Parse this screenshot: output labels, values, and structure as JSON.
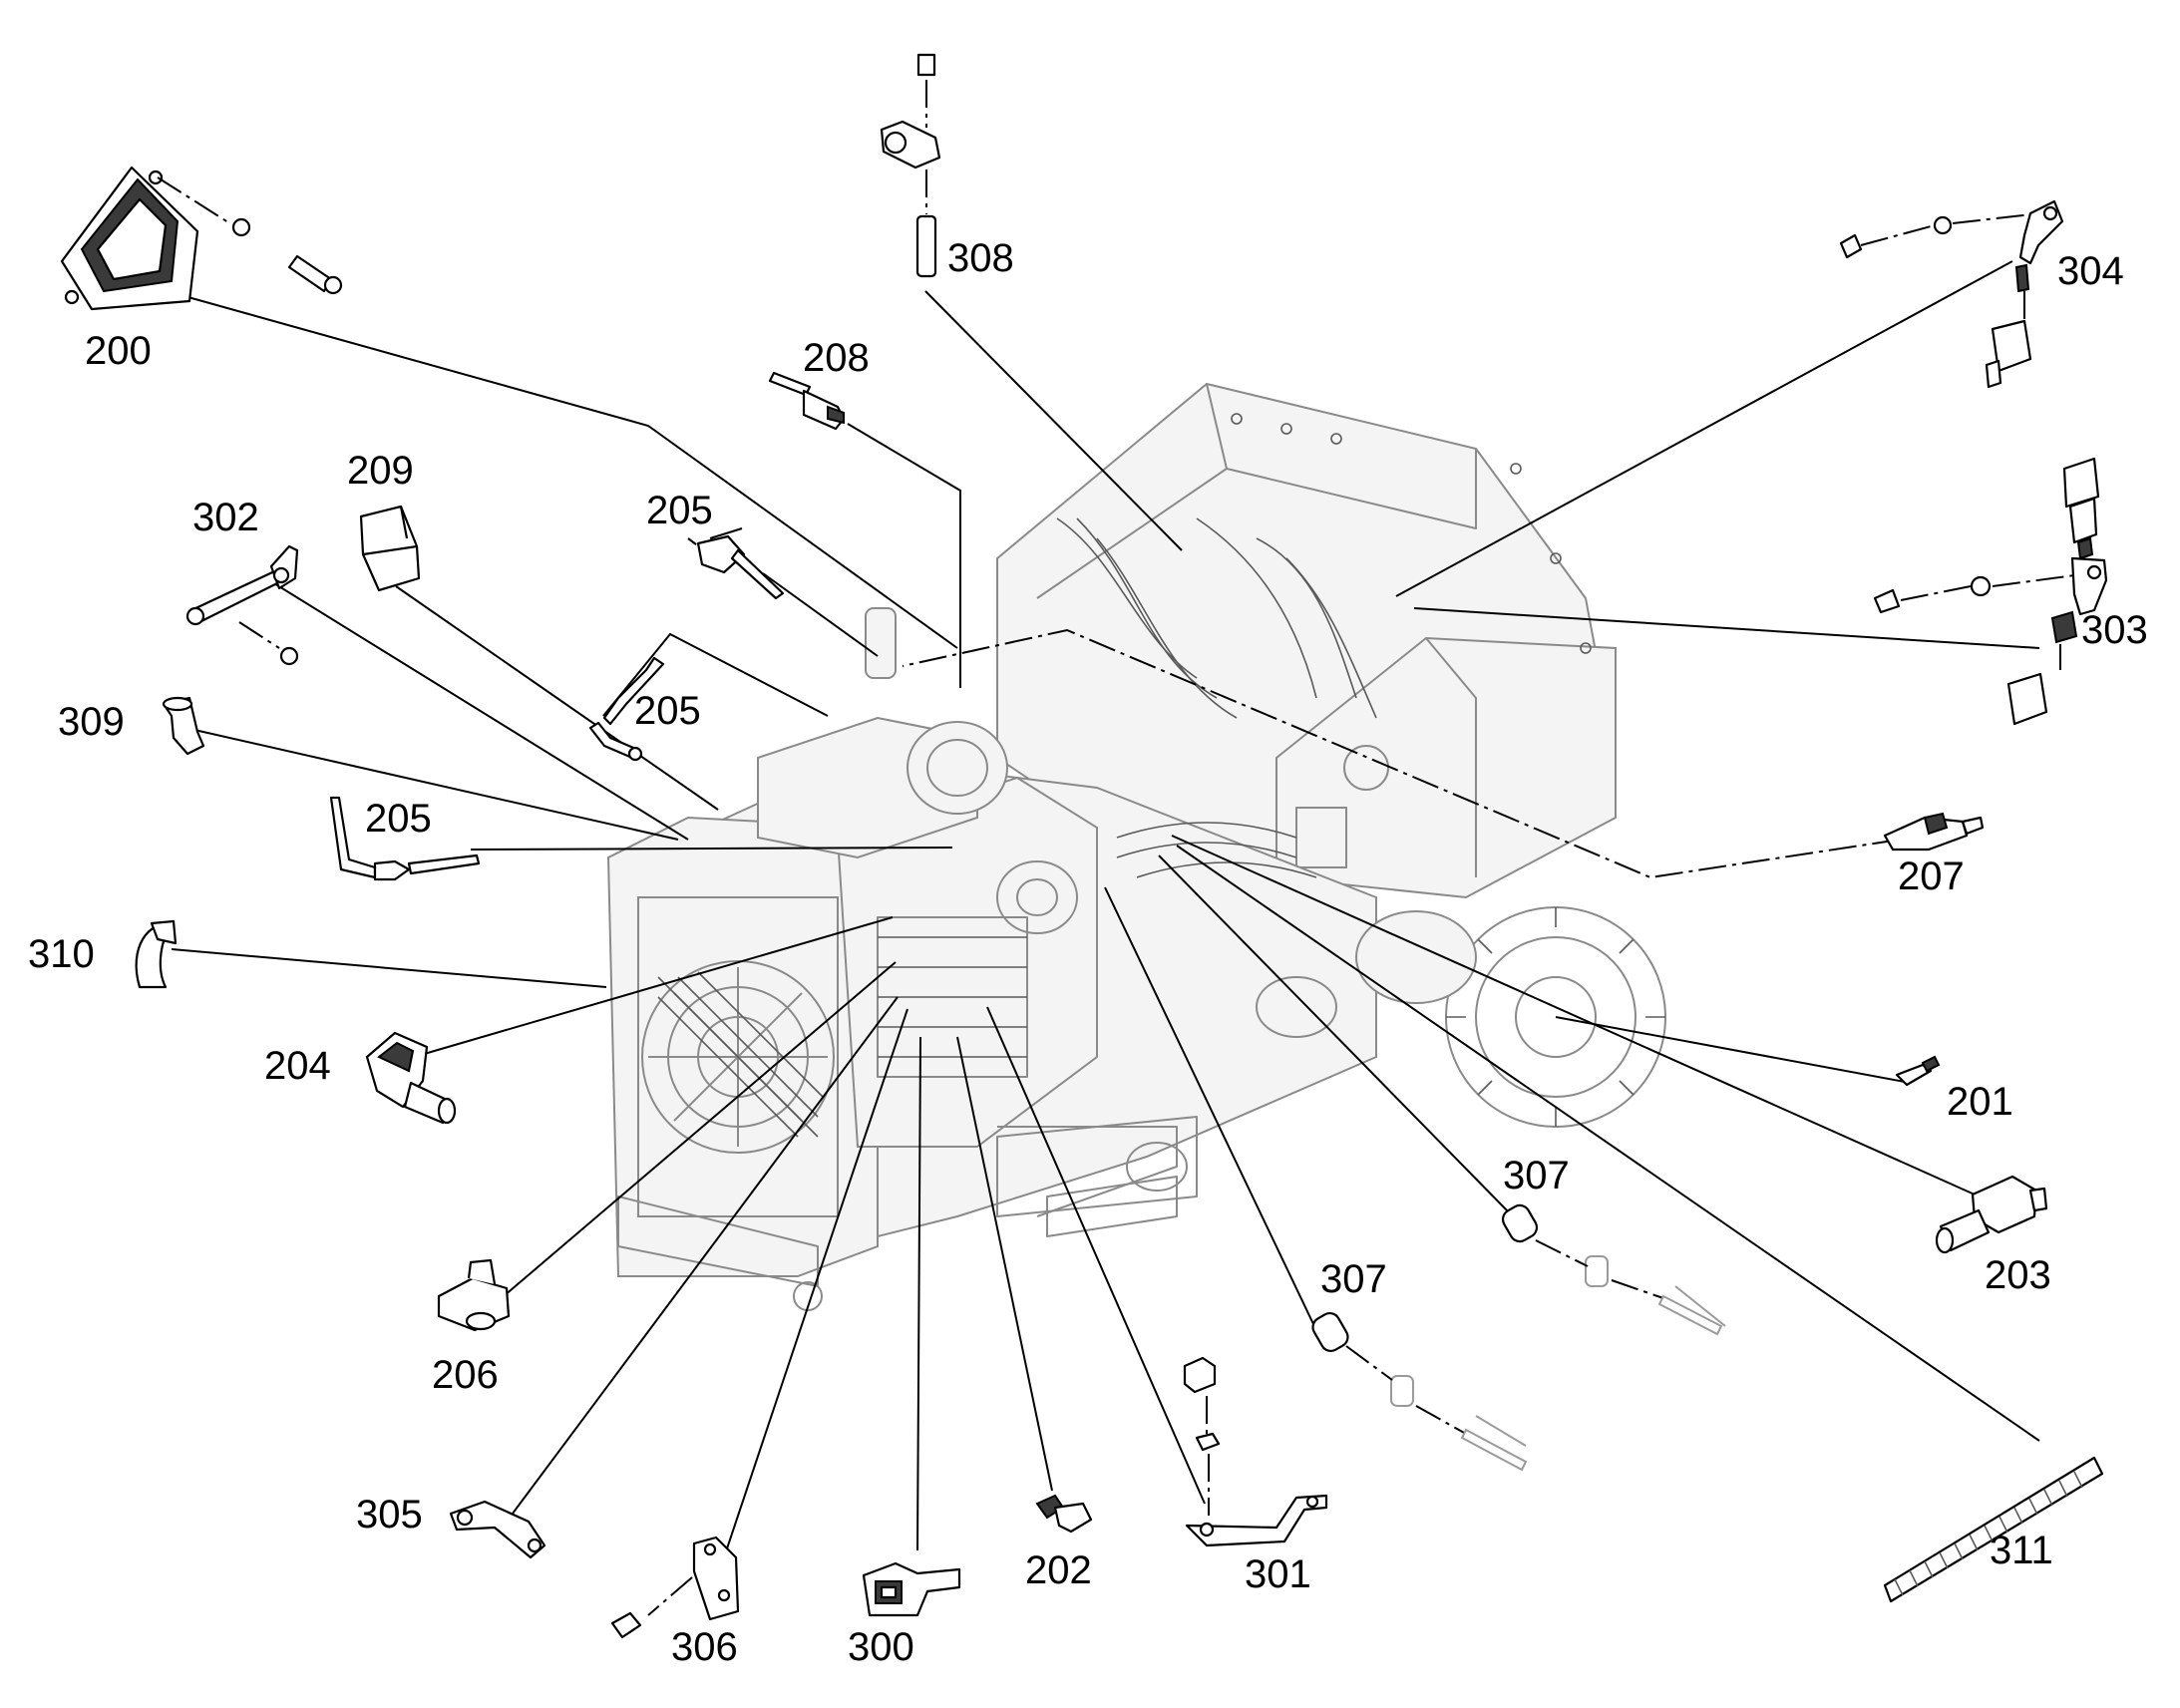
{
  "diagram": {
    "callouts": [
      {
        "id": "200",
        "label": "200"
      },
      {
        "id": "201",
        "label": "201"
      },
      {
        "id": "202",
        "label": "202"
      },
      {
        "id": "203",
        "label": "203"
      },
      {
        "id": "204",
        "label": "204"
      },
      {
        "id": "205a",
        "label": "205"
      },
      {
        "id": "205b",
        "label": "205"
      },
      {
        "id": "205c",
        "label": "205"
      },
      {
        "id": "206",
        "label": "206"
      },
      {
        "id": "207",
        "label": "207"
      },
      {
        "id": "208",
        "label": "208"
      },
      {
        "id": "209",
        "label": "209"
      },
      {
        "id": "300",
        "label": "300"
      },
      {
        "id": "301",
        "label": "301"
      },
      {
        "id": "302",
        "label": "302"
      },
      {
        "id": "303",
        "label": "303"
      },
      {
        "id": "304",
        "label": "304"
      },
      {
        "id": "305",
        "label": "305"
      },
      {
        "id": "306",
        "label": "306"
      },
      {
        "id": "307a",
        "label": "307"
      },
      {
        "id": "307b",
        "label": "307"
      },
      {
        "id": "308",
        "label": "308"
      },
      {
        "id": "309",
        "label": "309"
      },
      {
        "id": "310",
        "label": "310"
      },
      {
        "id": "311",
        "label": "311"
      }
    ]
  }
}
